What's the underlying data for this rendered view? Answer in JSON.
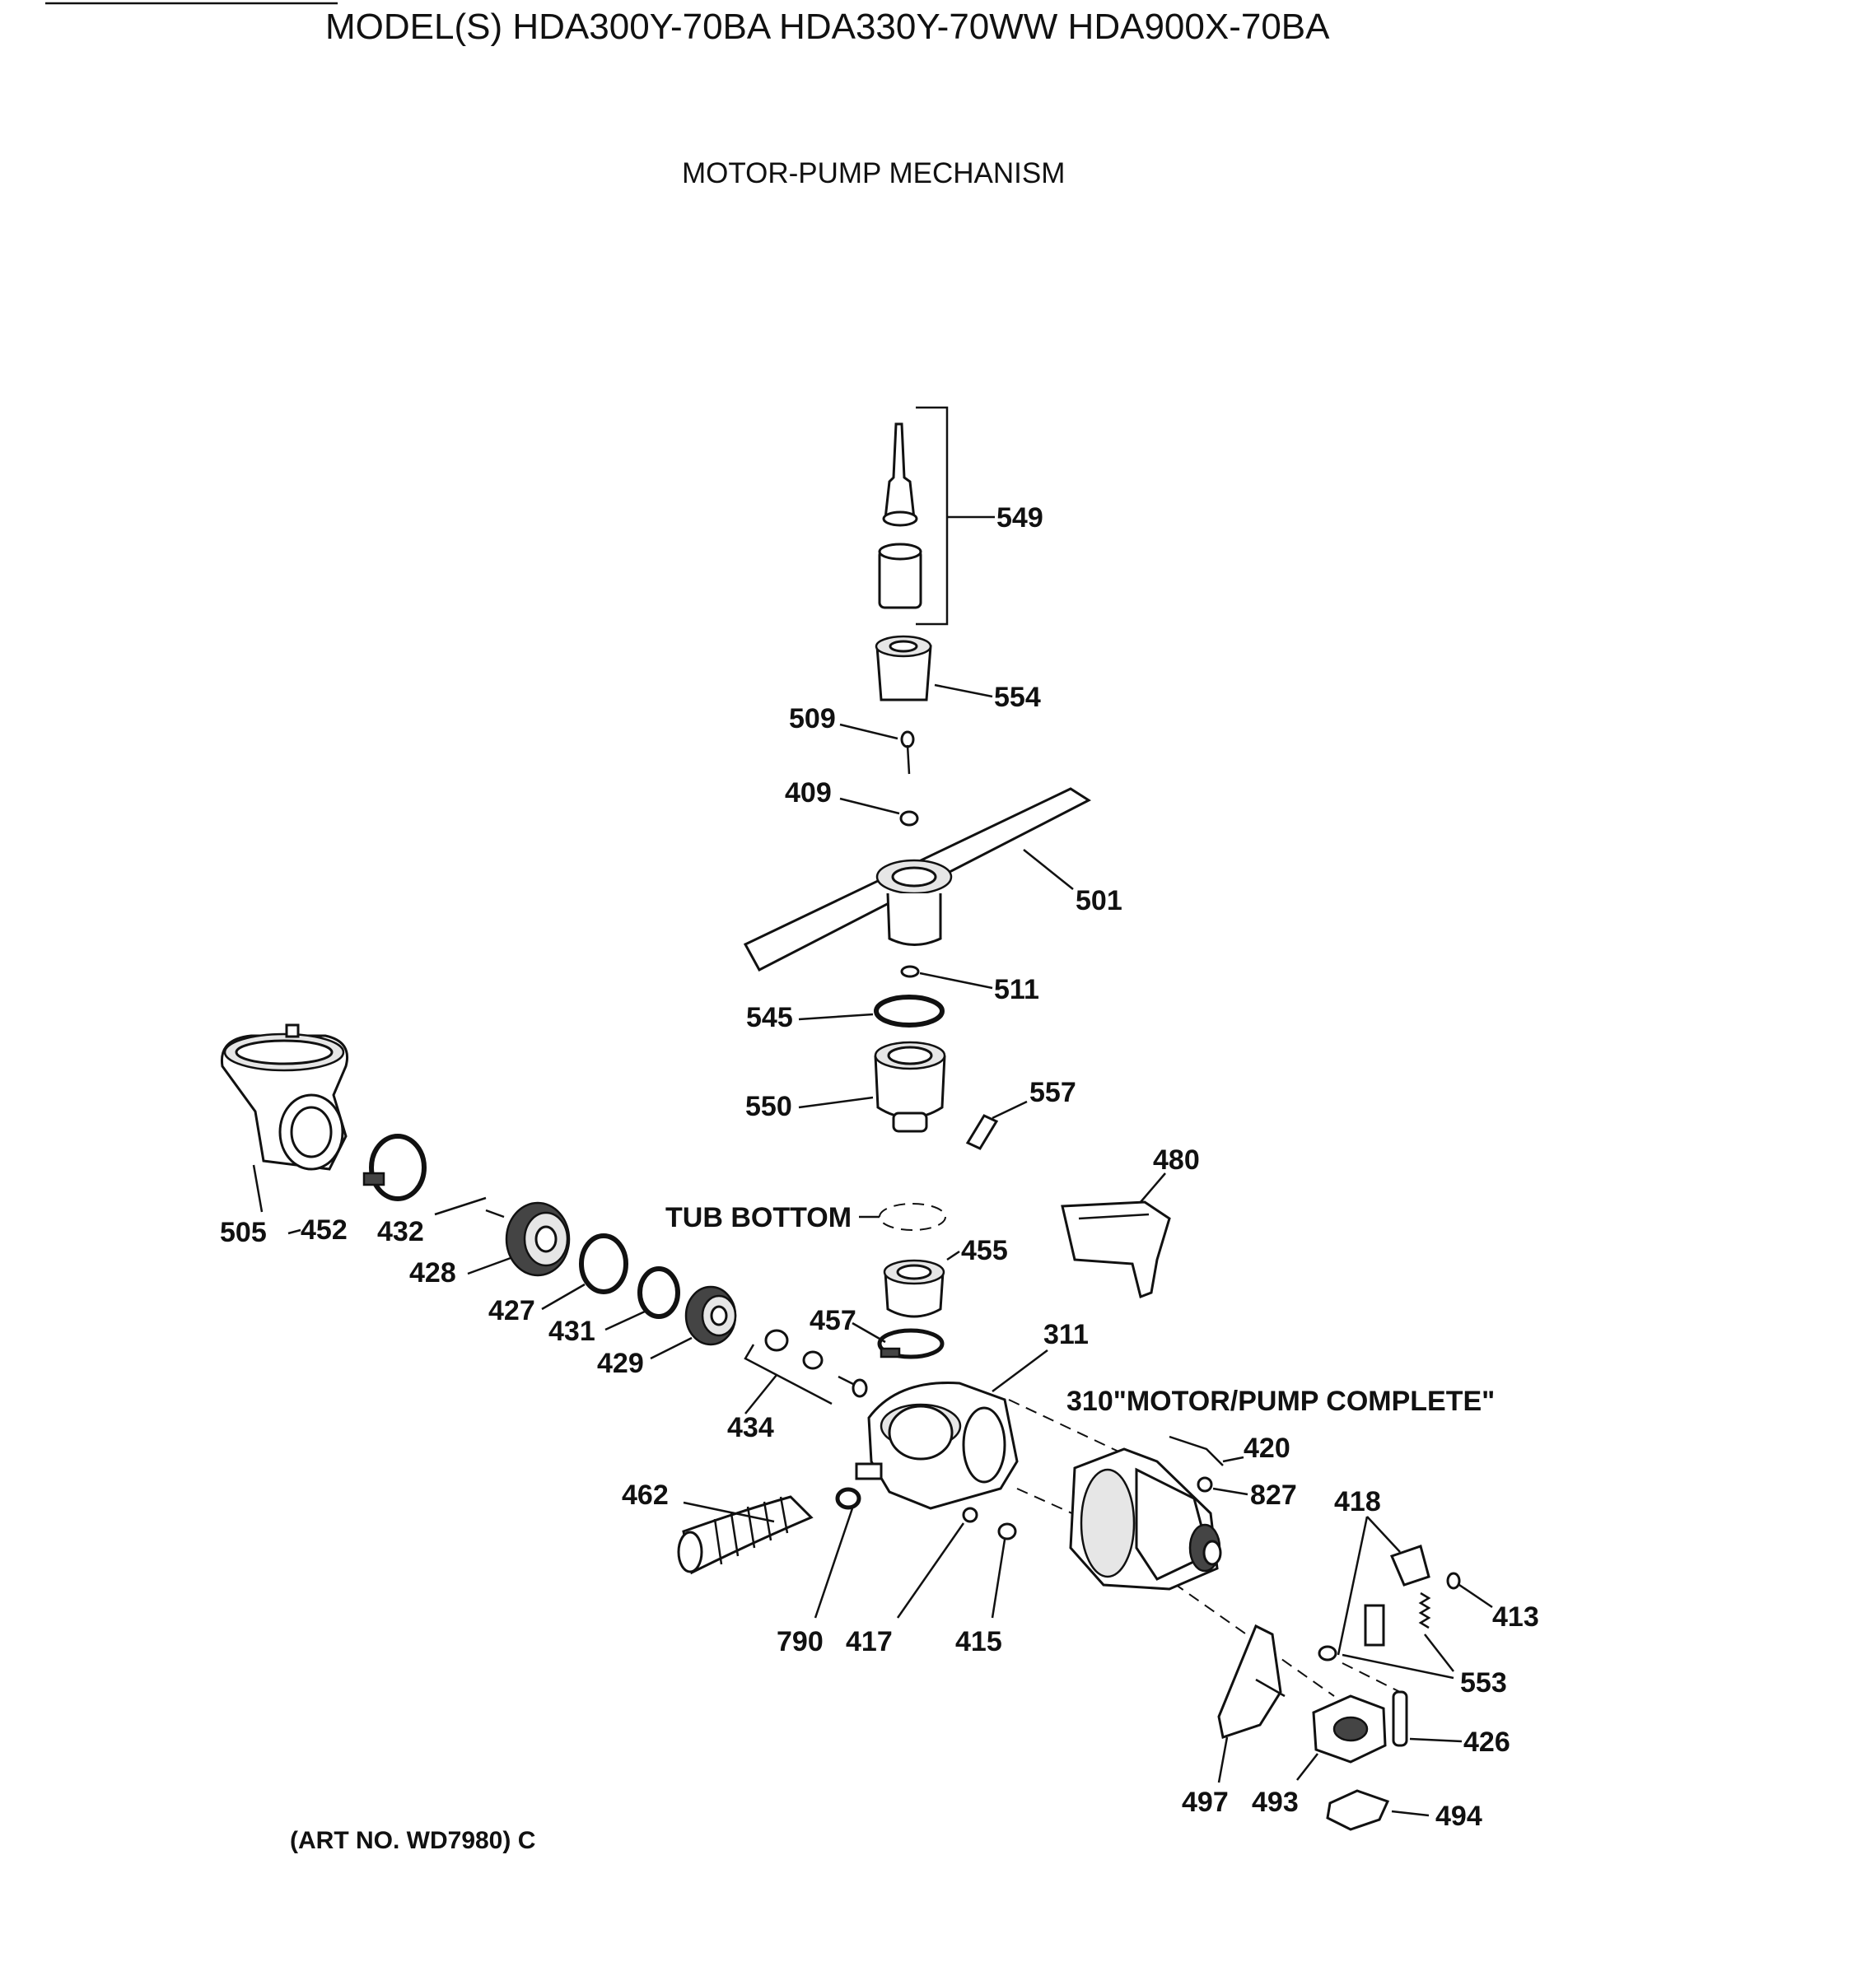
{
  "header": {
    "models": "MODEL(S) HDA300Y-70BA  HDA330Y-70WW  HDA900X-70BA",
    "section": "MOTOR-PUMP MECHANISM"
  },
  "callouts": {
    "p549": "549",
    "p554": "554",
    "p509": "509",
    "p409": "409",
    "p501": "501",
    "p511": "511",
    "p545": "545",
    "p550": "550",
    "p557": "557",
    "p480": "480",
    "p505": "505",
    "p452": "452",
    "p432": "432",
    "p428": "428",
    "p427": "427",
    "p431": "431",
    "p429": "429",
    "p434": "434",
    "p455": "455",
    "p457": "457",
    "p311": "311",
    "p420": "420",
    "p827": "827",
    "p418": "418",
    "p413": "413",
    "p553": "553",
    "p426": "426",
    "p462": "462",
    "p790": "790",
    "p417": "417",
    "p415": "415",
    "p497": "497",
    "p493": "493",
    "p494": "494"
  },
  "labels": {
    "tub_bottom": "TUB BOTTOM",
    "motor_pump_complete": "310\"MOTOR/PUMP COMPLETE\"",
    "art_no": "(ART NO. WD7980) C"
  }
}
